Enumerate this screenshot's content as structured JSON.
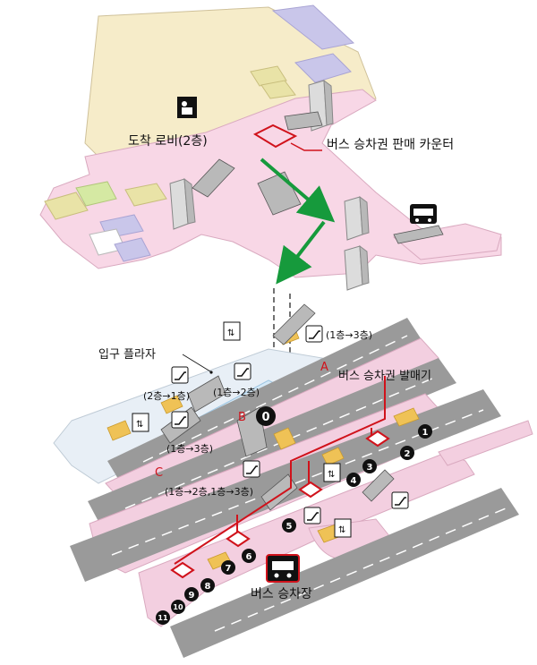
{
  "upper_floor": {
    "arrival_lobby": "도착 로비(2층)",
    "bus_ticket_counter": "버스 승차권 판매 카운터"
  },
  "lower_floor": {
    "entrance_plaza": "입구 플라자",
    "bus_ticket_machine": "버스 승차권 발매기",
    "bus_stop": "버스 승차장",
    "escalator_labels": {
      "e1": "(1층→3층)",
      "e2": "(2층→1층)",
      "e3": "(1층→2층)",
      "e4": "(1층→3층)",
      "e5": "(1층→2층,1층→3층)"
    },
    "zones": [
      "A",
      "B",
      "C"
    ],
    "stops": [
      "0",
      "1",
      "2",
      "3",
      "4",
      "5",
      "6",
      "7",
      "8",
      "9",
      "10",
      "11"
    ]
  },
  "colors": {
    "road": "#9a9a9a",
    "sidewalk": "#f3cfe0",
    "plaza": "#d5e9f7",
    "route_red": "#d0121b",
    "arrow_green": "#169a3c",
    "yellow_block": "#efc256"
  },
  "icons": [
    "elevator-icon",
    "escalator-icon",
    "bus-icon",
    "information-icon"
  ]
}
